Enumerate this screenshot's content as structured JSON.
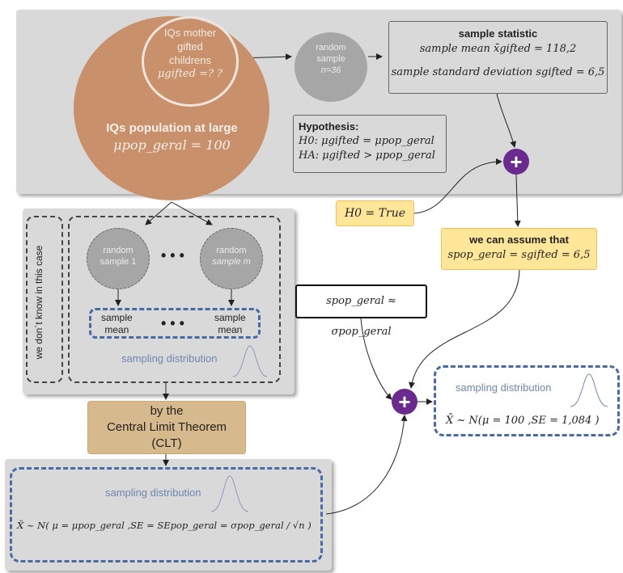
{
  "population": {
    "inner_line1": "IQs mother",
    "inner_line2": "gifted",
    "inner_line3": "childrens",
    "inner_mu": "μgifted =? ?",
    "title": "IQs population at large",
    "mu": "μpop_geral = 100"
  },
  "random_sample_top": {
    "line1": "random",
    "line2": "sample",
    "line3": "n=36"
  },
  "sample_statistic": {
    "title": "sample statistic",
    "mean": "sample mean x̄gifted = 118,2",
    "sd": "sample standard deviation sgifted = 6,5"
  },
  "hypothesis": {
    "title": "Hypothesis:",
    "h0": "H0:   μgifted = μpop_geral",
    "ha": "HA:   μgifted > μpop_geral"
  },
  "h0_true": "H0 = True",
  "assume": {
    "title": "we can assume that",
    "formula": "spop_geral = sgifted = 6,5"
  },
  "approx": "spop_geral ≈ σpop_geral",
  "sampling_dist_right": {
    "label": "sampling distribution",
    "formula": "X̄ ~ N(μ = 100 ,SE = 1,084 )"
  },
  "unknown_case": "we don´t know in this case",
  "random_sample_1": {
    "line1": "random",
    "line2": "sample 1"
  },
  "random_sample_m": {
    "line1": "random",
    "line2": "sample m"
  },
  "ellipsis": "• • •",
  "sample_mean_1": {
    "line1": "sample",
    "line2": "mean"
  },
  "sample_mean_m": {
    "line1": "sample",
    "line2": "mean"
  },
  "sampling_dist_left": "sampling distribution",
  "clt": {
    "line1": "by the",
    "line2": "Central Limit Theorem",
    "line3": "(CLT)"
  },
  "sampling_dist_bottom": {
    "label": "sampling distribution",
    "formula": "X̄ ~ N( μ = μpop_geral ,SE = SEpop_geral = σpop_geral / √n )"
  },
  "plus_symbol": "+"
}
